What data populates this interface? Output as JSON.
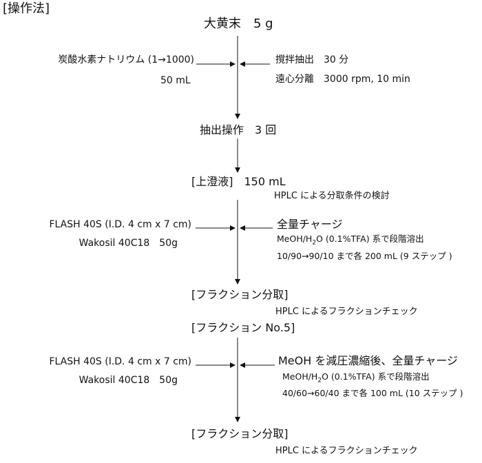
{
  "heading": "[操作法]",
  "start": "大黄末　5 g",
  "step1": {
    "left_line1": "炭酸水素ナトリウム (1→1000)",
    "left_line2": "50 mL",
    "right_line1": "撹拌抽出　30 分",
    "right_line2": "遠心分離　3000 rpm, 10 min"
  },
  "extraction": "抽出操作　3 回",
  "supernatant": "[上澄液]　150 mL",
  "hplc_note1": "HPLC による分取条件の検討",
  "column1": {
    "left_line1": "FLASH 40S (I.D. 4 cm x 7 cm)",
    "left_line2": "Wakosil 40C18　50g",
    "right_line1": "全量チャージ",
    "right_line2_pre": "MeOH/H",
    "right_line2_sub": "2",
    "right_line2_post": "O (0.1%TFA) 系で段階溶出",
    "right_line3": "10/90→90/10 まで各 200 mL (9 ステップ )"
  },
  "fraction1": "[フラクション分取]",
  "hplc_note2": "HPLC によるフラクションチェック",
  "fraction5": "[フラクション No.5]",
  "column2": {
    "left_line1": "FLASH 40S (I.D. 4 cm x 7 cm)",
    "left_line2": "Wakosil 40C18　50g",
    "right_line1": "MeOH を減圧濃縮後、全量チャージ",
    "right_line2_pre": "MeOH/H",
    "right_line2_sub": "2",
    "right_line2_post": "O (0.1%TFA) 系で段階溶出",
    "right_line3": "40/60→60/40 まで各 100 mL (10 ステップ )"
  },
  "fraction2": "[フラクション分取]",
  "hplc_note3": "HPLC によるフラクションチェック"
}
